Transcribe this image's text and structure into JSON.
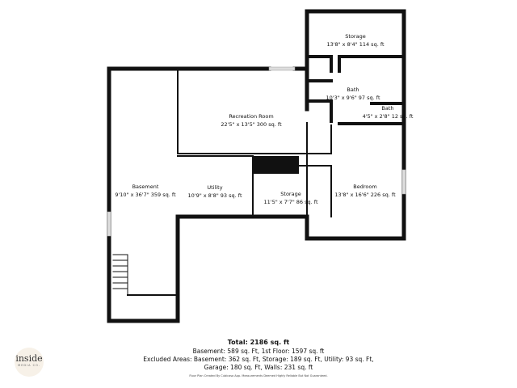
{
  "rooms": [
    {
      "name": "Storage",
      "dims": "13'8\" x 8'4\" 114 sq. ft"
    },
    {
      "name": "Bath",
      "dims": "10'3\" x 9'6\" 97 sq. ft"
    },
    {
      "name": "Bath",
      "dims": "4'5\" x 2'8\" 12 sq. ft"
    },
    {
      "name": "Recreation Room",
      "dims": "22'5\" x 13'5\" 300 sq. ft"
    },
    {
      "name": "Basement",
      "dims": "9'10\" x 36'7\" 359 sq. ft"
    },
    {
      "name": "Utility",
      "dims": "10'9\" x 8'8\" 93 sq. ft"
    },
    {
      "name": "Storage",
      "dims": "11'5\" x 7'7\" 86 sq. ft"
    },
    {
      "name": "Bedroom",
      "dims": "13'8\" x 16'6\" 226 sq. ft"
    }
  ],
  "summary": {
    "total": "Total: 2186 sq. ft",
    "line1": "Basement: 589 sq. Ft, 1st Floor: 1597 sq. ft",
    "line2": "Excluded Areas: Basement: 362 sq. Ft, Storage: 189 sq. Ft, Utility: 93 sq. Ft,",
    "line3": "Garage: 180 sq. Ft, Walls: 231 sq. ft",
    "disclaimer": "Floor Plan Created By Cubicasa App. Measurements Deemed Highly Reliable But Not Guaranteed."
  },
  "logo": {
    "word": "inside",
    "sub": "MEDIA CO."
  },
  "colors": {
    "wall": "#111111",
    "window": "#cccccc"
  }
}
